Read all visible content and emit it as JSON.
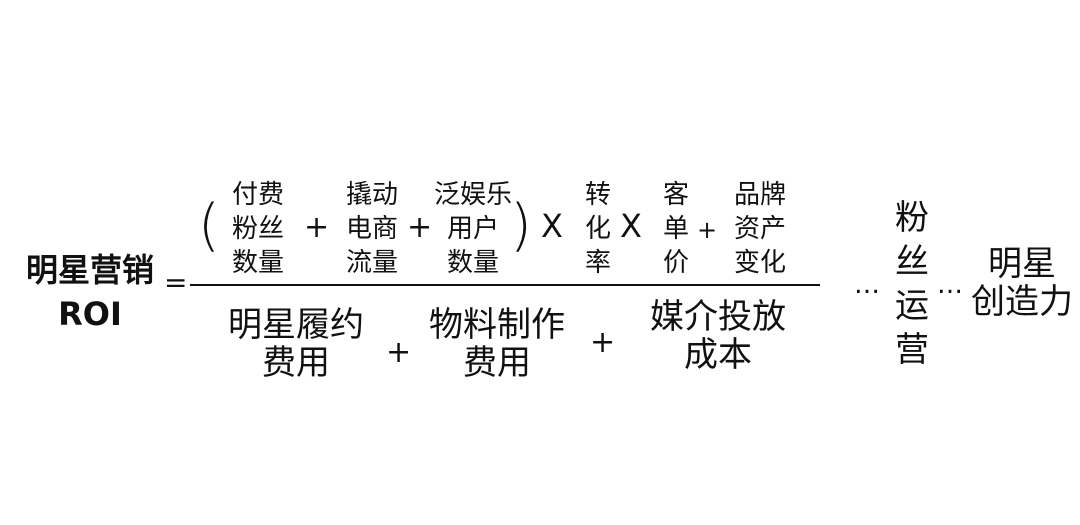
{
  "title": {
    "line1": "明星营销",
    "line2": "ROI"
  },
  "equals": "=",
  "numerator": {
    "open_paren": "(",
    "close_paren": ")",
    "term1": [
      "付费",
      "粉丝",
      "数量"
    ],
    "term2": [
      "撬动",
      "电商",
      "流量"
    ],
    "term3": [
      "泛娱乐",
      "用户",
      "数量"
    ],
    "term4": [
      "转",
      "化",
      "率"
    ],
    "term5": [
      "客",
      "单",
      "价"
    ],
    "term6": [
      "品牌",
      "资产",
      "变化"
    ],
    "plus": "+",
    "times": "X"
  },
  "denominator": {
    "term1": [
      "明星履约",
      "费用"
    ],
    "term2": [
      "物料制作",
      "费用"
    ],
    "term3": [
      "媒介投放",
      "成本"
    ],
    "plus": "+"
  },
  "ellipsis": "…",
  "fans_ops": [
    "粉",
    "丝",
    "运",
    "营"
  ],
  "star_power": [
    "明星",
    "创造力"
  ]
}
